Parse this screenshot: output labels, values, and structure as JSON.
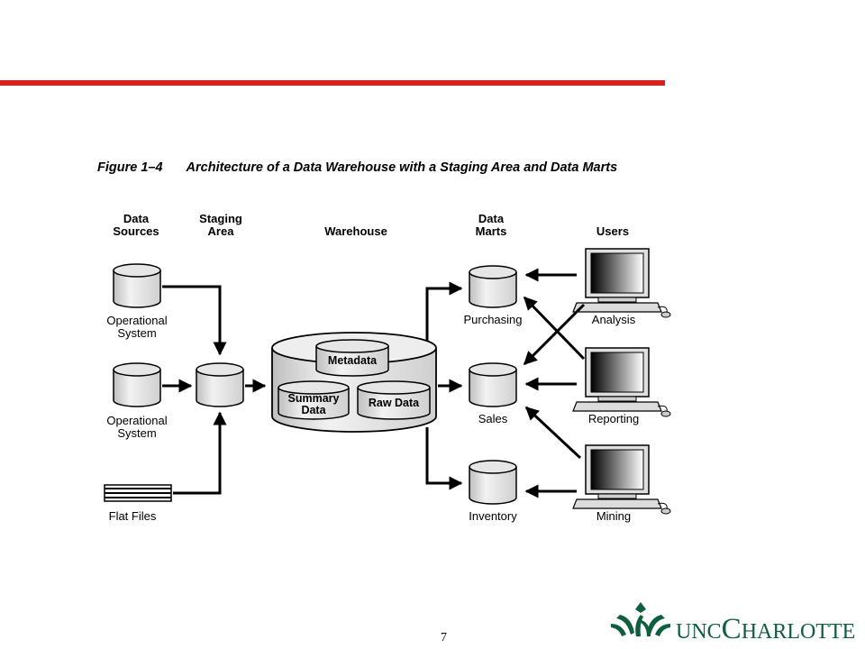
{
  "figure": {
    "number": "Figure 1–4",
    "title": "Architecture of a Data Warehouse with a Staging Area and Data Marts"
  },
  "columns": {
    "sources": [
      "Data",
      "Sources"
    ],
    "staging": [
      "Staging",
      "Area"
    ],
    "warehouse": "Warehouse",
    "marts": [
      "Data",
      "Marts"
    ],
    "users": "Users"
  },
  "sources": [
    [
      "Operational",
      "System"
    ],
    [
      "Operational",
      "System"
    ],
    "Flat Files"
  ],
  "warehouse_parts": {
    "metadata": "Metadata",
    "summary": [
      "Summary",
      "Data"
    ],
    "raw": "Raw Data"
  },
  "data_marts": [
    "Purchasing",
    "Sales",
    "Inventory"
  ],
  "users": [
    "Analysis",
    "Reporting",
    "Mining"
  ],
  "page_number": "7",
  "logo": {
    "prefix": "UNC",
    "initial": "C",
    "rest": "HARLOTTE"
  },
  "colors": {
    "accent": "#e31b1b",
    "brand": "#0f5f3e"
  }
}
